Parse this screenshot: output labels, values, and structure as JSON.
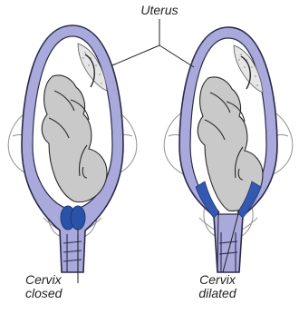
{
  "diagram": {
    "top_label": "Uterus",
    "left_caption": {
      "line1": "Cervix",
      "line2": "closed"
    },
    "right_caption": {
      "line1": "Cervix",
      "line2": "dilated"
    }
  },
  "colors": {
    "uterus_fill": "#a9a9dc",
    "uterus_outline": "#2a2a4a",
    "cavity": "#ffffff",
    "fetus_fill": "#c9c9c9",
    "placenta_stipple": "#9a9a9a",
    "cervix_closed": "#2a52a8",
    "cervix_dilated": "#3558b0",
    "pelvis_outline": "#9a9a9a",
    "leader_lines": "#222222"
  }
}
